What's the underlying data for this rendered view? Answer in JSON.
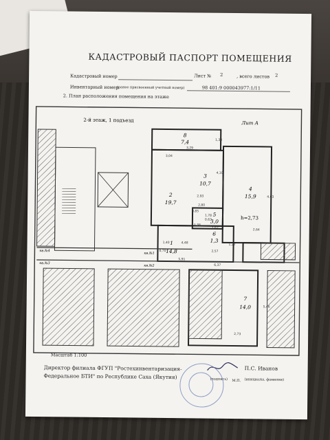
{
  "title": "КАДАСТРОВЫЙ ПАСПОРТ ПОМЕЩЕНИЯ",
  "sheet": {
    "sheet_label": "Лист №",
    "sheet_no": "2",
    "sheets_label": ", всего листов",
    "sheets_total": "2"
  },
  "fields": {
    "cadastral_label": "Кадастровый номер",
    "inventory_label": "Инвентарный номер",
    "inventory_note": "(ранее присвоенный учетный номер)",
    "inventory_value": "98 401:9 000043977:1/11",
    "plan_label": "2. План расположения помещения на этаже"
  },
  "plan": {
    "floor_label": "2-й этаж, 1 подъезд",
    "lit_label": "Лит А",
    "height_label": "h=2,73",
    "rooms": [
      {
        "no": "8",
        "area": "7,4"
      },
      {
        "no": "3",
        "area": "10,7"
      },
      {
        "no": "2",
        "area": "19,7"
      },
      {
        "no": "4",
        "area": "15,9"
      },
      {
        "no": "5",
        "area": "3,0"
      },
      {
        "no": "6",
        "area": "1,3"
      },
      {
        "no": "1",
        "area": "14,8"
      },
      {
        "no": "7",
        "area": "14,0"
      }
    ],
    "dims": [
      "3,29",
      "1,38",
      "3,04",
      "4,10",
      "4,03",
      "2,93",
      "2,80",
      "0,85",
      "1,78",
      "1,38",
      "1,67",
      "0,63",
      "1,27",
      "2,57",
      "2,64",
      "1,40",
      "0,70",
      "4,48",
      "6,37",
      "5,91",
      "2,73",
      "5,46"
    ],
    "kv_labels": [
      "кв.№4",
      "кв.№3",
      "кв.№1",
      "кв.№2"
    ]
  },
  "scale": "Масштаб 1:100",
  "signature": {
    "line1": "Директор филиала ФГУП \"Ростехинвентаризация-",
    "line2": "Федеральное БТИ\" по Республике Саха (Якутия)",
    "sig_caption": "(подпись)",
    "name": "П.С. Иванов",
    "name_caption": "(инициалы, фамилия)",
    "mp": "М.П."
  }
}
